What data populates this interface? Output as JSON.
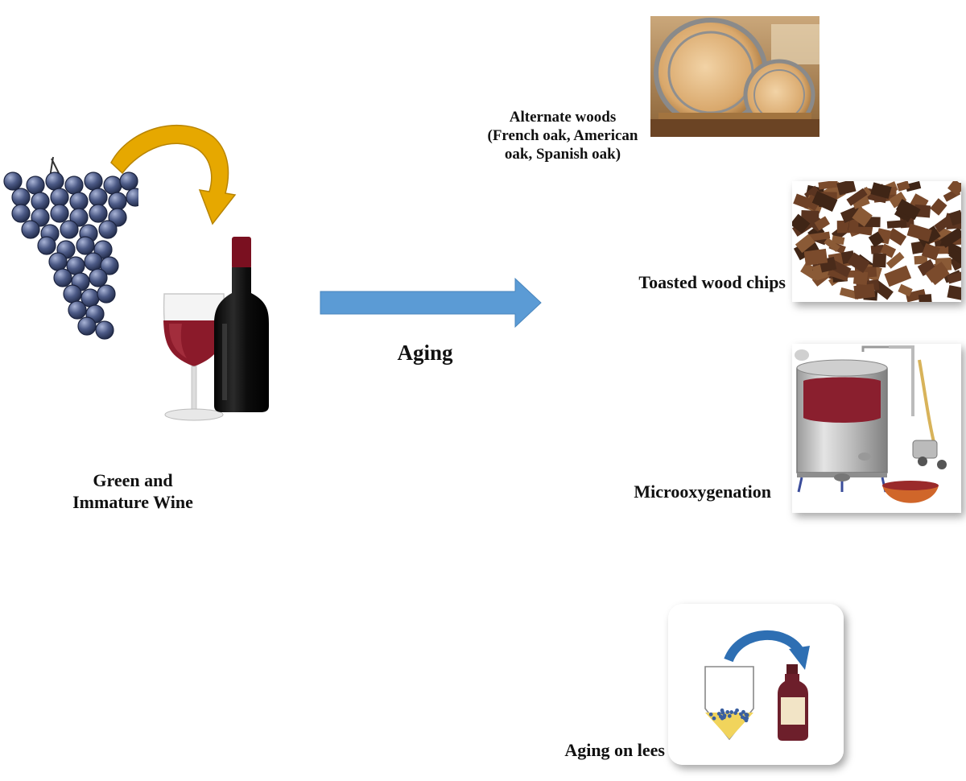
{
  "source": {
    "caption_line1": "Green and",
    "caption_line2": "Immature Wine"
  },
  "process": {
    "label": "Aging"
  },
  "methods": [
    {
      "id": "alternate-woods",
      "line1": "Alternate woods",
      "line2": "(French oak, American",
      "line3": "oak, Spanish oak)",
      "icon": "oak-barrels-image"
    },
    {
      "id": "wood-chips",
      "label": "Toasted wood chips",
      "icon": "wood-chips-image"
    },
    {
      "id": "microoxygenation",
      "label": "Microoxygenation",
      "icon": "steel-tank-image"
    },
    {
      "id": "lees",
      "label": "Aging on lees",
      "icon": "lees-transfer-image"
    }
  ],
  "colors": {
    "arrow_blue": "#5b9bd5",
    "curved_arrow": "#e6a800",
    "grape": "#46557f",
    "wine": "#8b1a2a"
  }
}
